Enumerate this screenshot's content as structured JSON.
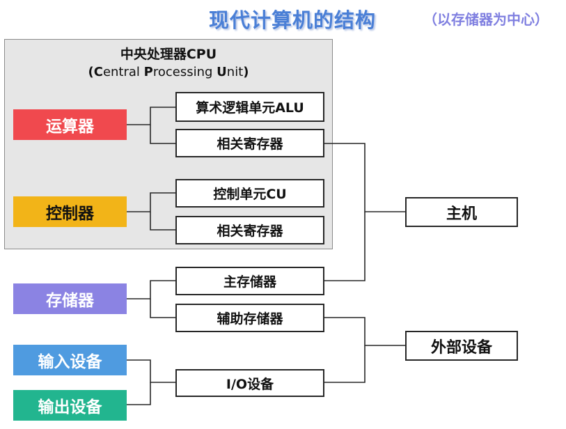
{
  "header": {
    "title": "现代计算机的结构",
    "subtitle": "（以存储器为中心）"
  },
  "cpu": {
    "title": "中央处理器CPU",
    "subtitle_parts": [
      "(",
      "C",
      "entral ",
      "P",
      "rocessing ",
      "U",
      "nit",
      ")"
    ]
  },
  "components": {
    "alu_unit": "运算器",
    "control_unit": "控制器",
    "memory": "存储器",
    "input_device": "输入设备",
    "output_device": "输出设备"
  },
  "parts": {
    "alu": "算术逻辑单元ALU",
    "alu_registers": "相关寄存器",
    "cu": "控制单元CU",
    "cu_registers": "相关寄存器",
    "main_memory": "主存储器",
    "aux_memory": "辅助存储器",
    "io_devices": "I/O设备"
  },
  "groups": {
    "host": "主机",
    "peripherals": "外部设备"
  },
  "colors": {
    "title": "#4a7fd6",
    "subtitle": "#7f7fe0",
    "alu_unit": "#f0494e",
    "control_unit": "#f2b418",
    "memory": "#8b83e3",
    "input_device": "#4f9be0",
    "output_device": "#22b58f"
  }
}
